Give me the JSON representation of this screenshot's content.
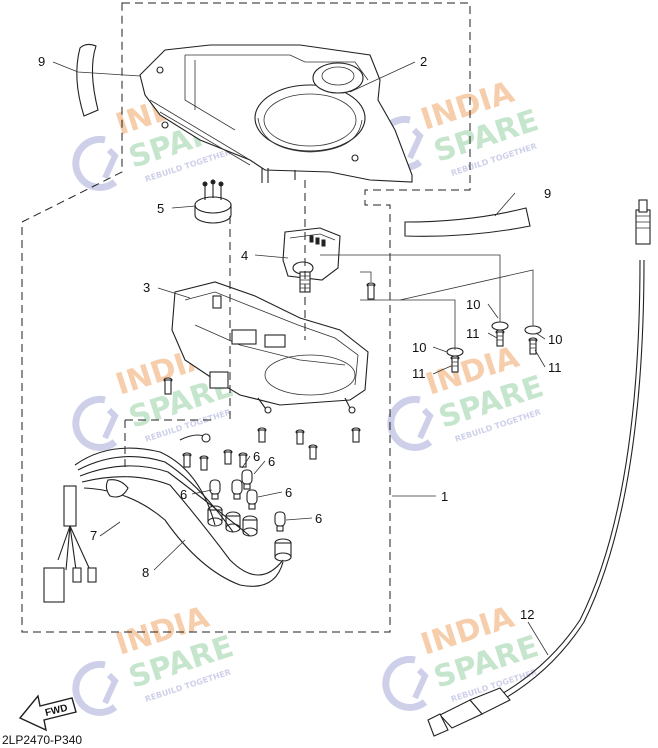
{
  "diagram": {
    "part_code": "2LP2470-P340",
    "fwd_label": "FWD",
    "watermark": {
      "line1": "INDIA",
      "line2": "SPARE",
      "tagline": "REBUILD TOGETHER",
      "colors": {
        "orange": "#f6c9a3",
        "green": "#bfe3c8",
        "blue": "#c9cbe8"
      }
    },
    "callouts": {
      "c1": "1",
      "c2": "2",
      "c3": "3",
      "c4": "4",
      "c5": "5",
      "c6a": "6",
      "c6b": "6",
      "c6c": "6",
      "c6d": "6",
      "c6e": "6",
      "c7": "7",
      "c8": "8",
      "c9a": "9",
      "c9b": "9",
      "c10a": "10",
      "c10b": "10",
      "c10c": "10",
      "c11a": "11",
      "c11b": "11",
      "c11c": "11",
      "c12": "12"
    }
  }
}
